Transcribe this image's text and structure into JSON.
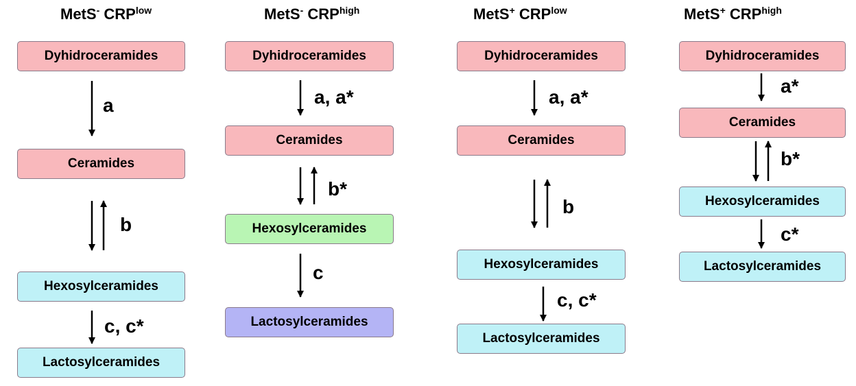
{
  "panels": [
    {
      "title": {
        "base": "MetS",
        "sign": "-",
        "crp": "CRP",
        "level": "low"
      },
      "boxes": [
        "Dyhidroceramides",
        "Ceramides",
        "Hexosylceramides",
        "Lactosylceramides"
      ],
      "labels": [
        "a",
        "b",
        "c, c*"
      ]
    },
    {
      "title": {
        "base": "MetS",
        "sign": "-",
        "crp": "CRP",
        "level": "high"
      },
      "boxes": [
        "Dyhidroceramides",
        "Ceramides",
        "Hexosylceramides",
        "Lactosylceramides"
      ],
      "labels": [
        "a, a*",
        "b*",
        "c"
      ]
    },
    {
      "title": {
        "base": "MetS",
        "sign": "+",
        "crp": "CRP",
        "level": "low"
      },
      "boxes": [
        "Dyhidroceramides",
        "Ceramides",
        "Hexosylceramides",
        "Lactosylceramides"
      ],
      "labels": [
        "a, a*",
        "b",
        "c, c*"
      ]
    },
    {
      "title": {
        "base": "MetS",
        "sign": "+",
        "crp": "CRP",
        "level": "high"
      },
      "boxes": [
        "Dyhidroceramides",
        "Ceramides",
        "Hexosylceramides",
        "Lactosylceramides"
      ],
      "labels": [
        "a*",
        "b*",
        "c*"
      ]
    }
  ],
  "colors": {
    "pink": "#f9b8bc",
    "cyan": "#bff1f7",
    "green": "#b9f5b4",
    "purple": "#b4b4f5",
    "border": "#8a7a8a"
  }
}
